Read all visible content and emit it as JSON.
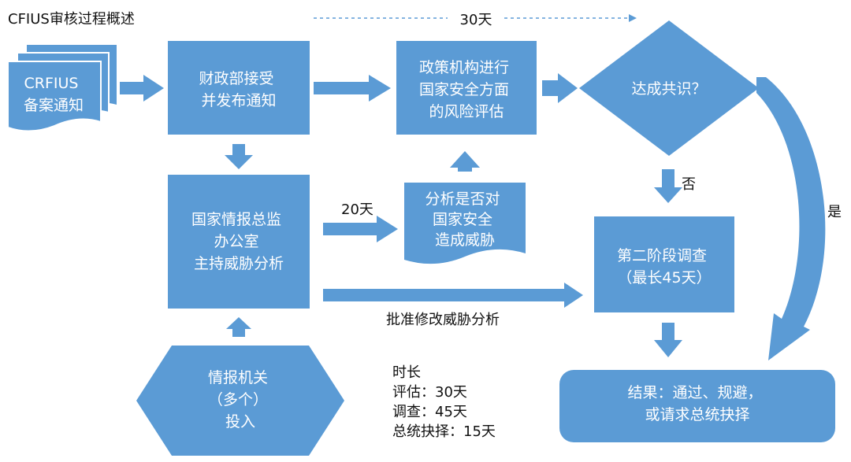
{
  "title": "CFIUS审核过程概述",
  "nodes": {
    "notice": {
      "lines": [
        "CRFIUS",
        "备案通知"
      ]
    },
    "treasury": {
      "lines": [
        "财政部接受",
        "并发布通知"
      ]
    },
    "policy": {
      "lines": [
        "政策机构进行",
        "国家安全方面",
        "的风险评估"
      ]
    },
    "consensus": {
      "lines": [
        "达成共识？"
      ]
    },
    "dni": {
      "lines": [
        "国家情报总监",
        "办公室",
        "主持威胁分析"
      ]
    },
    "threat": {
      "lines": [
        "分析是否对",
        "国家安全",
        "造成威胁"
      ]
    },
    "phase2": {
      "lines": [
        "第二阶段调查",
        "（最长45天）"
      ]
    },
    "intel": {
      "lines": [
        "情报机关",
        "（多个）",
        "投入"
      ]
    },
    "result": {
      "lines": [
        "结果：通过、规避，",
        "或请求总统抉择"
      ]
    }
  },
  "labels": {
    "days30": "30天",
    "days20": "20天",
    "no": "否",
    "yes": "是",
    "approve": "批准修改威胁分析"
  },
  "duration": {
    "lines": [
      "时长",
      "评估：30天",
      "调查：45天",
      "总统抉择：15天"
    ]
  },
  "colors": {
    "node": "#5b9bd5",
    "node_text": "#ffffff",
    "label_text": "#111111"
  }
}
